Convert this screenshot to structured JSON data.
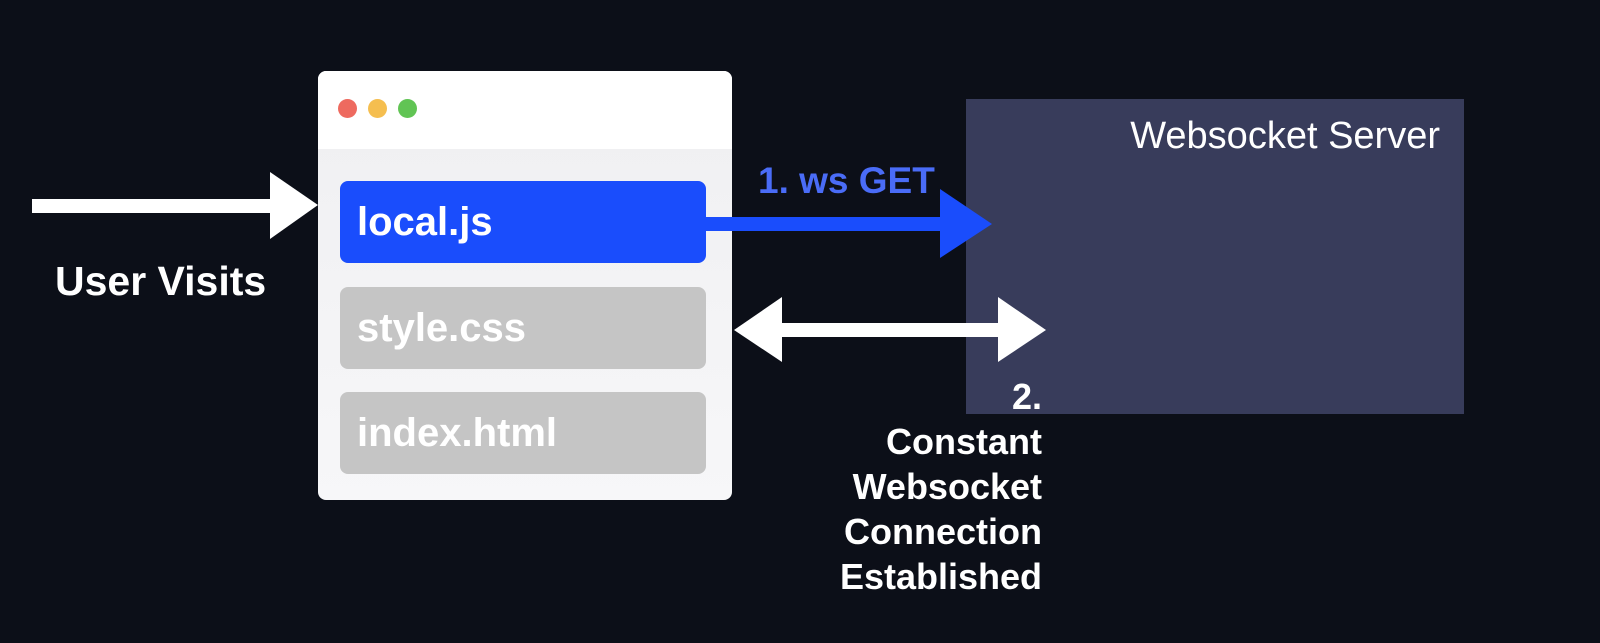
{
  "colors": {
    "background": "#0c0f18",
    "active_file": "#1a4dfc",
    "inactive_file": "#c5c5c5",
    "server": "#383c5b",
    "ws_get_arrow": "#1a4dfc",
    "ws_get_text": "#4a6cf7"
  },
  "user": {
    "label": "User Visits"
  },
  "browser": {
    "files": [
      {
        "label": "local.js",
        "active": true
      },
      {
        "label": "style.css",
        "active": false
      },
      {
        "label": "index.html",
        "active": false
      }
    ]
  },
  "server": {
    "title": "Websocket Server"
  },
  "steps": {
    "ws_get": "1. ws GET",
    "connection": [
      "2.",
      "Constant",
      "Websocket",
      "Connection",
      "Established"
    ]
  }
}
